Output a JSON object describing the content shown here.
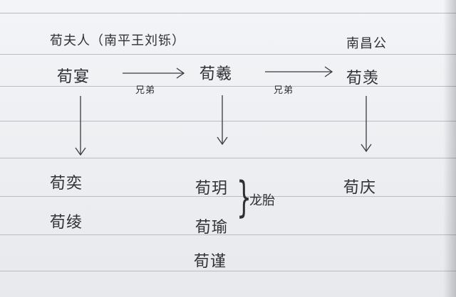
{
  "note": {
    "lady": "荀夫人（南平王刘铄）",
    "nanchang": "南昌公",
    "gen1": {
      "left": "荀宴",
      "middle": "荀羲",
      "right": "荀羡"
    },
    "rel1": "兄弟",
    "rel2": "兄弟",
    "gen2": {
      "left": [
        "荀奕",
        "荀绫"
      ],
      "middle": [
        "荀玥",
        "荀瑜",
        "荀谨"
      ],
      "right": "荀庆"
    },
    "bracket_label": "龙胎"
  }
}
